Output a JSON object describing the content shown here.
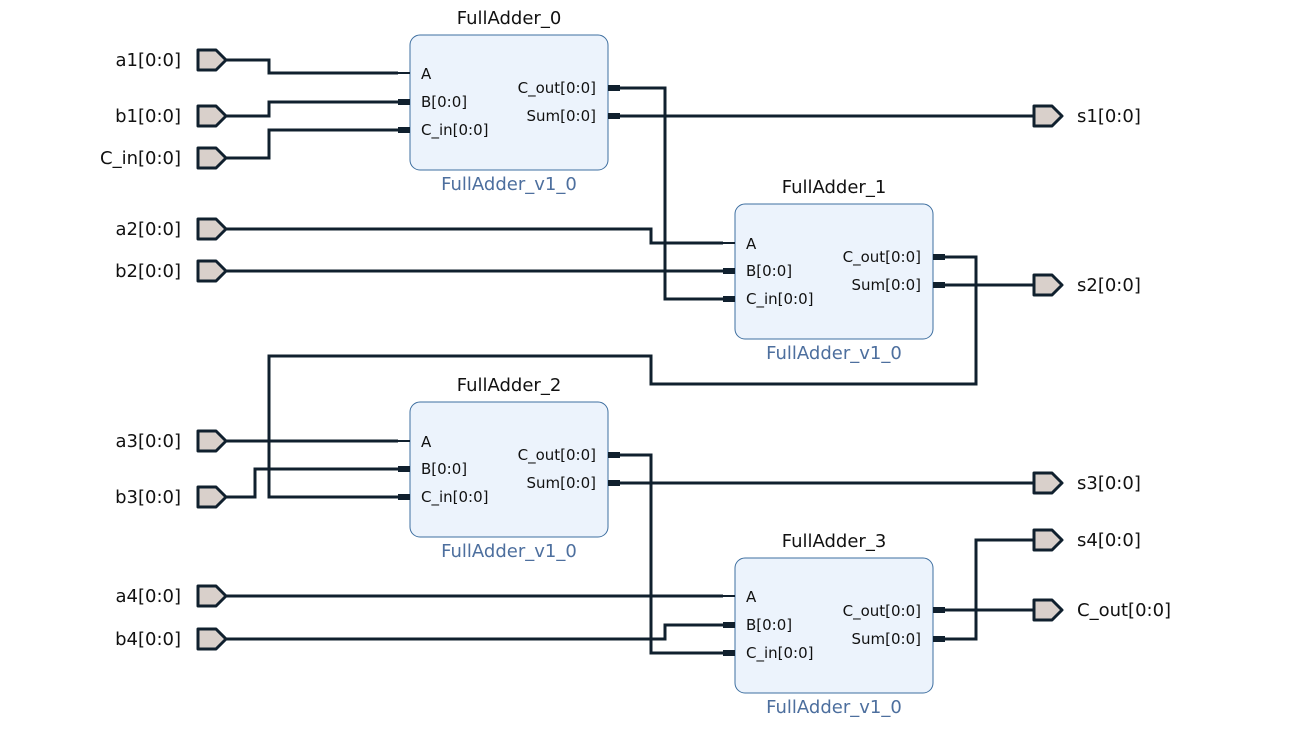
{
  "input_ports": {
    "a1": "a1[0:0]",
    "b1": "b1[0:0]",
    "c_in": "C_in[0:0]",
    "a2": "a2[0:0]",
    "b2": "b2[0:0]",
    "a3": "a3[0:0]",
    "b3": "b3[0:0]",
    "a4": "a4[0:0]",
    "b4": "b4[0:0]"
  },
  "output_ports": {
    "s1": "s1[0:0]",
    "s2": "s2[0:0]",
    "s3": "s3[0:0]",
    "s4": "s4[0:0]",
    "c_out": "C_out[0:0]"
  },
  "blocks": [
    {
      "instance": "FullAdder_0",
      "type": "FullAdder_v1_0",
      "pin_a": "A",
      "pin_b": "B[0:0]",
      "pin_cin": "C_in[0:0]",
      "pin_cout": "C_out[0:0]",
      "pin_sum": "Sum[0:0]"
    },
    {
      "instance": "FullAdder_1",
      "type": "FullAdder_v1_0",
      "pin_a": "A",
      "pin_b": "B[0:0]",
      "pin_cin": "C_in[0:0]",
      "pin_cout": "C_out[0:0]",
      "pin_sum": "Sum[0:0]"
    },
    {
      "instance": "FullAdder_2",
      "type": "FullAdder_v1_0",
      "pin_a": "A",
      "pin_b": "B[0:0]",
      "pin_cin": "C_in[0:0]",
      "pin_cout": "C_out[0:0]",
      "pin_sum": "Sum[0:0]"
    },
    {
      "instance": "FullAdder_3",
      "type": "FullAdder_v1_0",
      "pin_a": "A",
      "pin_b": "B[0:0]",
      "pin_cin": "C_in[0:0]",
      "pin_cout": "C_out[0:0]",
      "pin_sum": "Sum[0:0]"
    }
  ],
  "colors": {
    "wire": "#10202e",
    "port_fill": "#d9d0cb",
    "block_fill": "#ecf3fc",
    "block_border": "#3e6fa0",
    "block_type_text": "#4d6f9e"
  }
}
